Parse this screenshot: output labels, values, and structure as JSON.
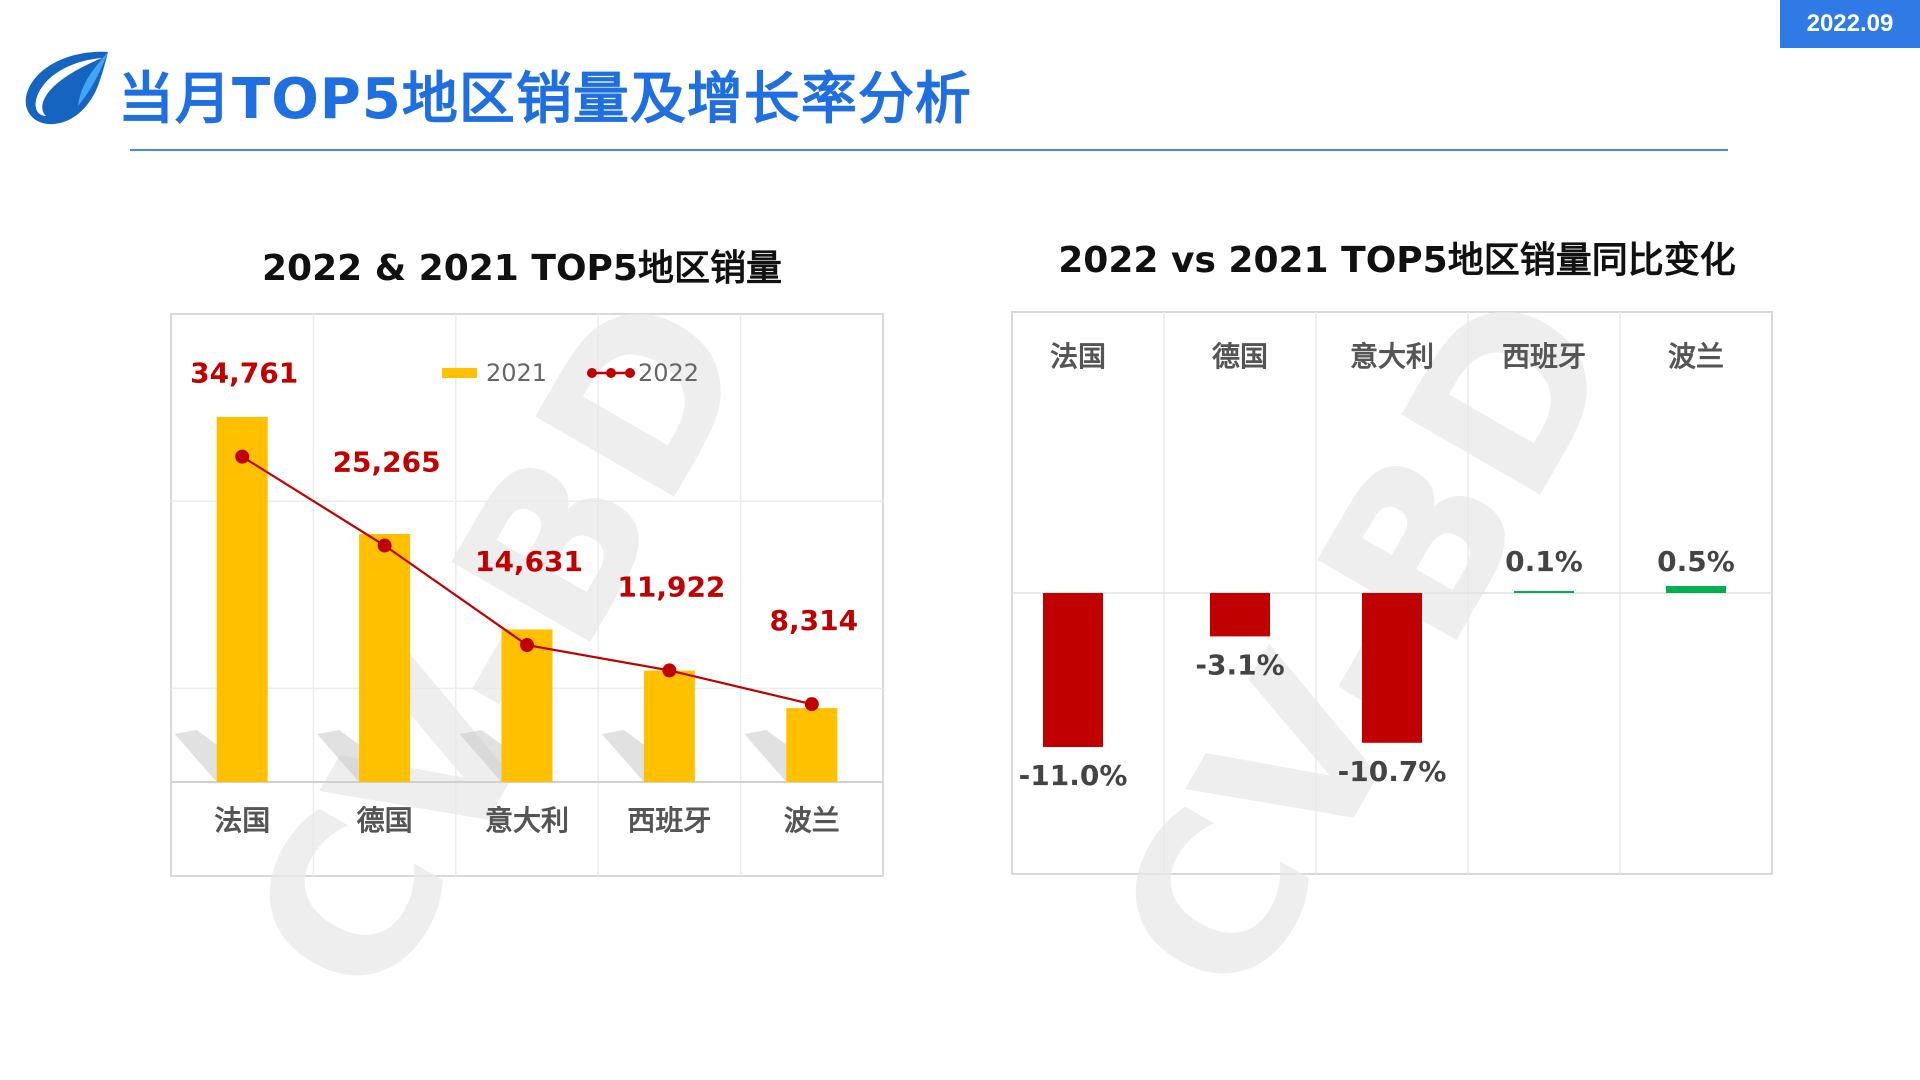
{
  "header": {
    "date_badge": "2022.09",
    "title": "当月TOP5地区销量及增长率分析",
    "logo_icon": "droplet-logo-icon"
  },
  "watermark": "CV-BD",
  "colors": {
    "accent_blue": "#1f6fe0",
    "badge_blue": "#2f7ae5",
    "bar_2021": "#ffc000",
    "line_2022": "#c00000",
    "negative": "#c00000",
    "positive": "#00b050"
  },
  "chart_data": [
    {
      "type": "bar",
      "title": "2022 & 2021 TOP5地区销量",
      "categories": [
        "法国",
        "德国",
        "意大利",
        "西班牙",
        "波兰"
      ],
      "series": [
        {
          "name": "2021",
          "type": "bar",
          "values": [
            39000,
            26500,
            16300,
            11900,
            7900
          ]
        },
        {
          "name": "2022",
          "type": "line",
          "values": [
            34761,
            25265,
            14631,
            11922,
            8314
          ]
        }
      ],
      "data_labels": [
        "34,761",
        "25,265",
        "14,631",
        "11,922",
        "8,314"
      ],
      "ylim": [
        0,
        50000
      ],
      "legend": "top-right",
      "grid": true
    },
    {
      "type": "bar",
      "title": "2022 vs 2021 TOP5地区销量同比变化",
      "categories": [
        "法国",
        "德国",
        "意大利",
        "西班牙",
        "波兰"
      ],
      "values": [
        -11.0,
        -3.1,
        -10.7,
        0.1,
        0.5
      ],
      "data_labels": [
        "-11.0%",
        "-3.1%",
        "-10.7%",
        "0.1%",
        "0.5%"
      ],
      "ylim": [
        -20,
        12
      ],
      "grid": true
    }
  ]
}
